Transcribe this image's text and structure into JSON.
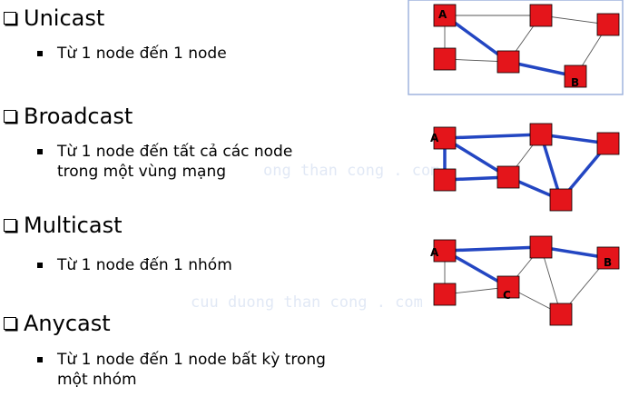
{
  "watermarks": [
    "ong than cong . com",
    "cuu duong than cong . com"
  ],
  "sections": [
    {
      "heading": "Unicast",
      "lines": [
        "Từ 1 node đến 1 node"
      ]
    },
    {
      "heading": "Broadcast",
      "lines": [
        "Từ 1 node đến tất cả các node",
        "trong một vùng mạng"
      ]
    },
    {
      "heading": "Multicast",
      "lines": [
        "Từ 1 node đến 1 nhóm"
      ]
    },
    {
      "heading": "Anycast",
      "lines": [
        "Từ 1 node đến 1 node bất kỳ trong",
        "một nhóm"
      ]
    }
  ],
  "diagrams": {
    "unicast": {
      "labels": [
        "A",
        "B"
      ]
    },
    "broadcast": {
      "labels": [
        "A"
      ]
    },
    "multicast": {
      "labels": [
        "A",
        "B",
        "C"
      ]
    }
  },
  "colors": {
    "node": "#e4151b",
    "path": "#2346c2",
    "link": "#555555"
  }
}
